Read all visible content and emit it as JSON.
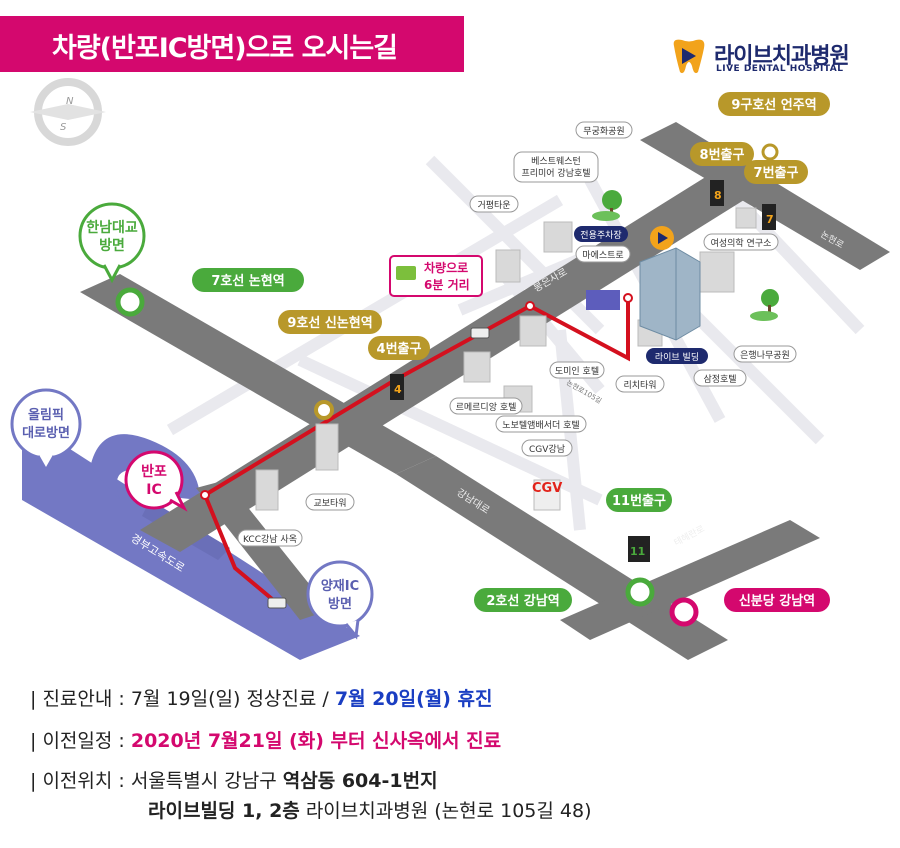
{
  "header": {
    "title": "차량(반포IC방면)으로 오시는길",
    "logo_name": "라이브치과병원",
    "logo_sub": "LIVE DENTAL HOSPITAL",
    "accent_color": "#d4086e",
    "brand_color": "#1e2a6e"
  },
  "map": {
    "compass": {
      "n": "N",
      "s": "S"
    },
    "callouts": {
      "hannam": [
        "한남대교",
        "방면"
      ],
      "olympic": [
        "올림픽",
        "대로방면"
      ],
      "banpo": [
        "반포",
        "IC"
      ],
      "yangjae": [
        "양재IC",
        "방면"
      ]
    },
    "stations": {
      "nonhyeon": "7호선 논현역",
      "sinnonhyeon": "9호선 신논현역",
      "eonju": "9구호선 언주역",
      "gangnam2": "2호선 강남역",
      "sinbundang": "신분당 강남역"
    },
    "exits": {
      "exit4": "4번출구",
      "exit8": "8번출구",
      "exit7": "7번출구",
      "exit11": "11번출구",
      "pillar4": "4",
      "pillar8": "8",
      "pillar7": "7",
      "pillar11": "11"
    },
    "drive_time": [
      "차량으로",
      "6분 거리"
    ],
    "buildings": {
      "mugunghwa": "무궁화공원",
      "bestwestern": [
        "베스트웨스턴",
        "프리미어 강남호텔"
      ],
      "geopyeong": "거평타운",
      "parking": "전용주차장",
      "maestro": "마에스트로",
      "live": "라이브 빌딩",
      "yeoseong": "여성의학 연구소",
      "eunhaeng": "은행나무공원",
      "samjeong": "삼정호텔",
      "richi": "리치타워",
      "domiin": "도미인 호텔",
      "remerdian": "르메르디앙 호텔",
      "novotel": "노보텔앰배서더 호텔",
      "cgv": "CGV강남",
      "cgv_logo": "CGV",
      "kyobo": "교보타워",
      "kcc": "KCC강남 사옥"
    },
    "roads": {
      "bongeunsa": "봉은사로",
      "nonhyeon105": "논현로105길",
      "gangnamdaero": "강남대로",
      "gyeongbu": "경부고속도로",
      "teheran": "테헤란로",
      "nonhyeonro": "논현로"
    },
    "colors": {
      "road": "#7a7a7a",
      "route": "#d4101e",
      "highway": "#7378c4",
      "gold": "#b8982a",
      "green": "#4aaa3c",
      "navy": "#1e2a6e",
      "pink": "#d4086e"
    }
  },
  "info": {
    "row1": {
      "label": "| 진료안내 : ",
      "text1": "7월 19일(일) 정상진료 / ",
      "text2": "7월 20일(월) 휴진"
    },
    "row2": {
      "label": "| 이전일정 : ",
      "text1": "2020년 7월21일 (화) 부터 신사옥에서 진료"
    },
    "row3": {
      "label": "| 이전위치 : ",
      "text1": "서울특별시 강남구 ",
      "text2": "역삼동 604-1번지"
    },
    "row4": {
      "text1": "라이브빌딩 1, 2층",
      "text2": " 라이브치과병원 (논현로 105길 48)"
    }
  }
}
